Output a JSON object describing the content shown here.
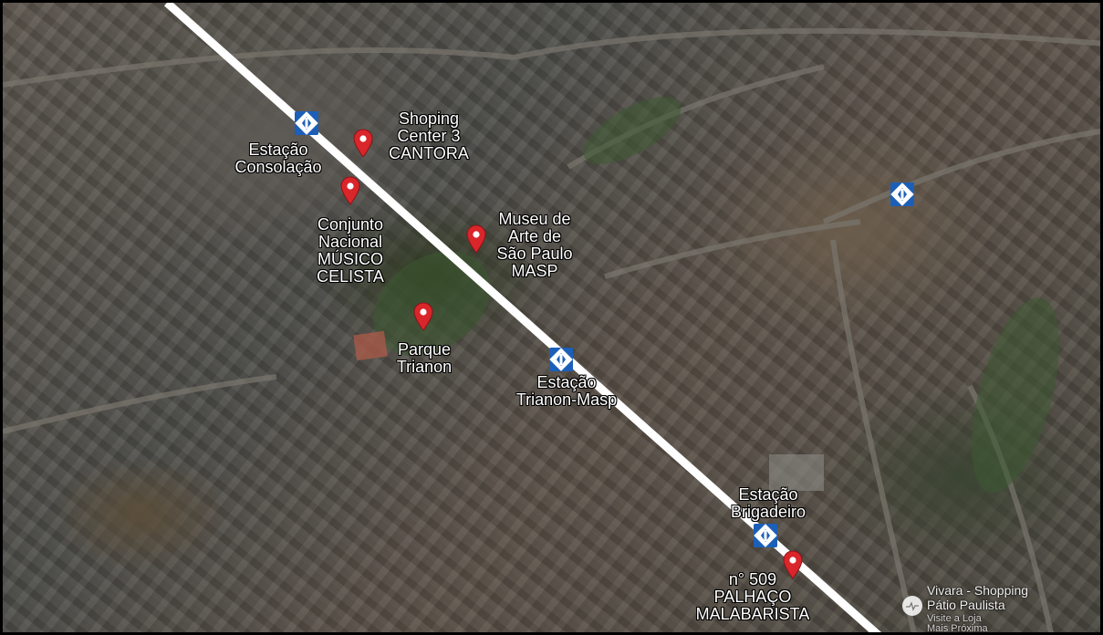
{
  "map": {
    "type": "satellite",
    "route_color": "#ffffff",
    "pin_color": "#d9262a",
    "metro_color": "#1c5fb8"
  },
  "labels": {
    "estacao_consolacao": "Estação\nConsolação",
    "shopping_center_3": "Shoping\nCenter 3\nCANTORA",
    "conjunto_nacional": "Conjunto\nNacional\nMÚSICO\nCELISTA",
    "masp": "Museu de\nArte de\nSão Paulo\nMASP",
    "parque_trianon": "Parque\nTrianon",
    "estacao_trianon": "Estação\nTrianon-Masp",
    "estacao_brigadeiro": "Estação\nBrigadeiro",
    "n509": "n° 509\nPALHAÇO\nMALABARISTA"
  },
  "poi": {
    "vivara_name": "Vivara - Shopping\nPátio Paulista",
    "vivara_sub": "Visite a Loja\nMais Próxima",
    "vivara_icon": "store-icon"
  },
  "icons": {
    "metro": "metro-station-icon",
    "pin": "map-pin-icon"
  }
}
